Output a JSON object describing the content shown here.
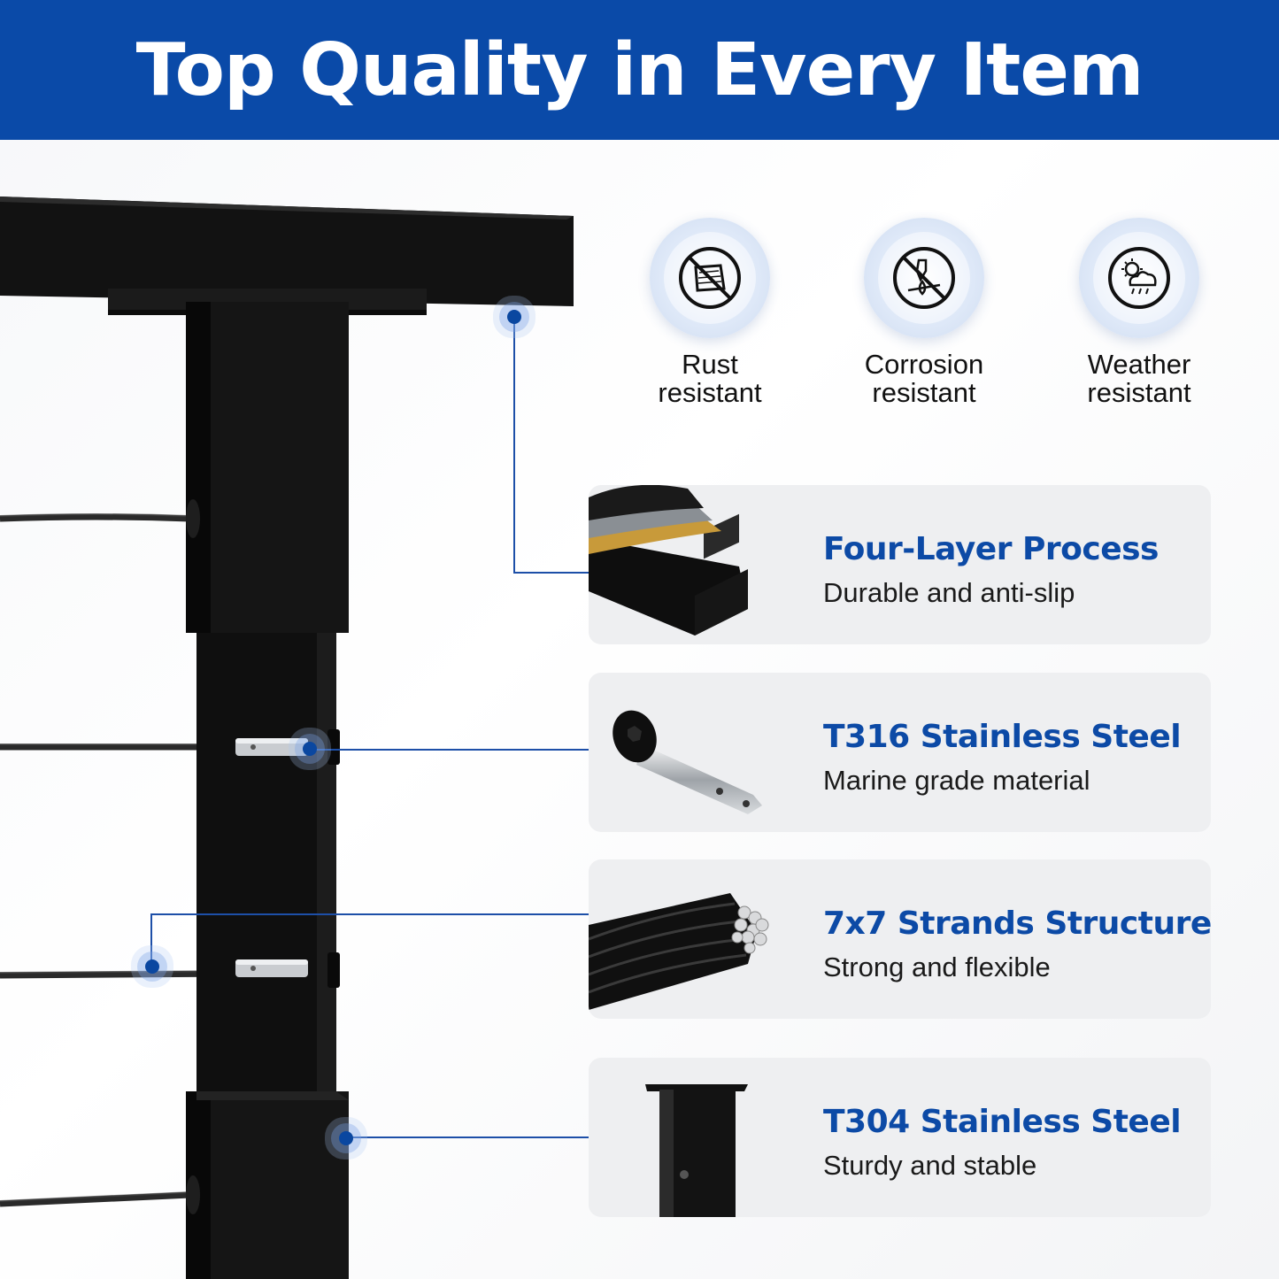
{
  "banner": {
    "title": "Top Quality in Every Item"
  },
  "features": [
    {
      "label": "Rust\nresistant",
      "icon": "rust-icon"
    },
    {
      "label": "Corrosion\nresistant",
      "icon": "corrosion-icon"
    },
    {
      "label": "Weather\nresistant",
      "icon": "weather-icon"
    }
  ],
  "cards": [
    {
      "title": "Four-Layer Process",
      "subtitle": "Durable and anti-slip",
      "image": "coated-tube-image"
    },
    {
      "title": "T316 Stainless Steel",
      "subtitle": "Marine grade material",
      "image": "tension-pin-image"
    },
    {
      "title": "7x7 Strands Structure",
      "subtitle": "Strong and flexible",
      "image": "cable-strands-image"
    },
    {
      "title": "T304 Stainless Steel",
      "subtitle": "Sturdy and stable",
      "image": "post-image"
    }
  ],
  "colors": {
    "brand_blue": "#0a4aa8",
    "title_blue": "#0c4aa6",
    "card_bg": "#eeeff1",
    "post_black": "#111111"
  }
}
